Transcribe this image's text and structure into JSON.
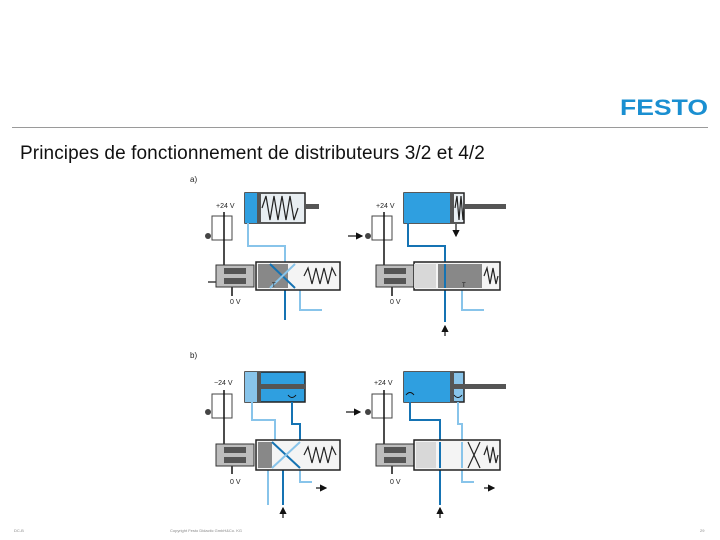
{
  "brand": {
    "logo_text": "FESTO",
    "color": "#1a8fd1"
  },
  "page_title": "Principes de fonctionnement de distributeurs 3/2 et 4/2",
  "colors": {
    "supply_blue": "#1573b3",
    "cylinder_blue": "#2f9fe0",
    "exhaust_light_blue": "#88c4ea",
    "electric_black": "#111111",
    "metal_gray": "#9a9a9a",
    "metal_dark": "#555555",
    "rule_gray": "#9a9a9a"
  },
  "sections": [
    {
      "id": "a",
      "label": "a)"
    },
    {
      "id": "b",
      "label": "b)"
    }
  ],
  "diagrams": {
    "a_left": {
      "voltage_top": "+24 V",
      "voltage_bottom": "0 V"
    },
    "a_right": {
      "voltage_top": "+24 V",
      "voltage_bottom": "0 V"
    },
    "b_left": {
      "voltage_top": "−24 V",
      "voltage_bottom": "0 V"
    },
    "b_right": {
      "voltage_top": "+24 V",
      "voltage_bottom": "0 V"
    }
  },
  "footer": {
    "left": "DC-B",
    "center": "Copyright Festo Didactic GmbH&Co. KG",
    "right": "29"
  }
}
